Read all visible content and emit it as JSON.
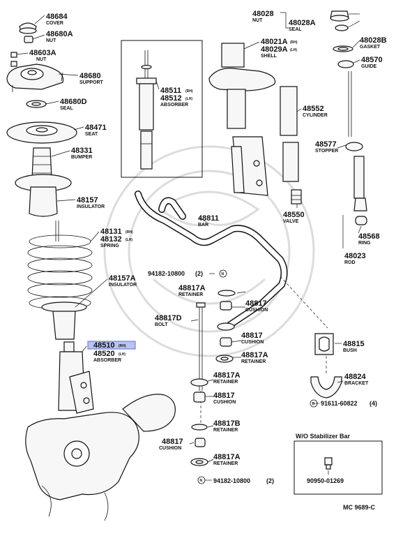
{
  "parts": {
    "p48684": {
      "number": "48684",
      "desc": "COVER"
    },
    "p48680A": {
      "number": "48680A",
      "desc": "NUT"
    },
    "p48603A": {
      "number": "48603A",
      "desc": "NUT"
    },
    "p48680": {
      "number": "48680",
      "desc": "SUPPORT"
    },
    "p48680D": {
      "number": "48680D",
      "desc": "SEAL"
    },
    "p48471": {
      "number": "48471",
      "desc": "SEAT"
    },
    "p48331": {
      "number": "48331",
      "desc": "BUMPER"
    },
    "p48157": {
      "number": "48157",
      "desc": "INSULATOR"
    },
    "p48131": {
      "number": "48131",
      "suffix": "(RH)"
    },
    "p48132": {
      "number": "48132",
      "suffix": "(LH)",
      "desc": "SPRING"
    },
    "p48157A": {
      "number": "48157A",
      "desc": "INSULATOR"
    },
    "p48510": {
      "number": "48510",
      "suffix": "(RH)"
    },
    "p48520": {
      "number": "48520",
      "suffix": "(LH)",
      "desc": "ABSORBER"
    },
    "p48511": {
      "number": "48511",
      "suffix": "(RH)"
    },
    "p48512": {
      "number": "48512",
      "suffix": "(LH)",
      "desc": "ABSORBER"
    },
    "p48028": {
      "number": "48028",
      "desc": "NUT"
    },
    "p48028A": {
      "number": "48028A",
      "desc": "SEAL"
    },
    "p48021A": {
      "number": "48021A",
      "suffix": "(RH)"
    },
    "p48029A": {
      "number": "48029A",
      "suffix": "(LH)",
      "desc": "SHELL"
    },
    "p48028B": {
      "number": "48028B",
      "desc": "GASKET"
    },
    "p48570": {
      "number": "48570",
      "desc": "GUIDE"
    },
    "p48552": {
      "number": "48552",
      "desc": "CYLINDER"
    },
    "p48577": {
      "number": "48577",
      "desc": "STOPPER"
    },
    "p48550": {
      "number": "48550",
      "desc": "VALVE"
    },
    "p48568": {
      "number": "48568",
      "desc": "RING"
    },
    "p48023": {
      "number": "48023",
      "desc": "ROD"
    },
    "p48811": {
      "number": "48811",
      "desc": "BAR"
    },
    "p48817A_1": {
      "number": "48817A",
      "desc": "RETAINER"
    },
    "p48817_1": {
      "number": "48817",
      "desc": "CUSHION"
    },
    "p48817D": {
      "number": "48817D",
      "desc": "BOLT"
    },
    "p48817_2": {
      "number": "48817",
      "desc": "CUSHION"
    },
    "p48817A_2": {
      "number": "48817A",
      "desc": "RETAINER"
    },
    "p48817A_3": {
      "number": "48817A",
      "desc": "RETAINER"
    },
    "p48817_3": {
      "number": "48817",
      "desc": "CUSHION"
    },
    "p48817B": {
      "number": "48817B",
      "desc": "RETAINER"
    },
    "p48817_4": {
      "number": "48817",
      "desc": "CUSHION"
    },
    "p48817A_4": {
      "number": "48817A",
      "desc": "RETAINER"
    },
    "p48815": {
      "number": "48815",
      "desc": "BUSH"
    },
    "p48824": {
      "number": "48824",
      "desc": "BRACKET"
    }
  },
  "references": {
    "nut_top": {
      "number": "94182-10800",
      "qty": "(2)",
      "marker": "N"
    },
    "nut_bottom": {
      "number": "94182-10800",
      "qty": "(2)",
      "marker": "N"
    },
    "bolt": {
      "number": "91611-60822",
      "qty": "(4)",
      "marker": "B"
    }
  },
  "inset": {
    "title": "W/O Stabilizer Bar",
    "part_number": "90950-01269"
  },
  "diagram_code": "MC 9689-C",
  "highlight": {
    "part": "48510"
  }
}
